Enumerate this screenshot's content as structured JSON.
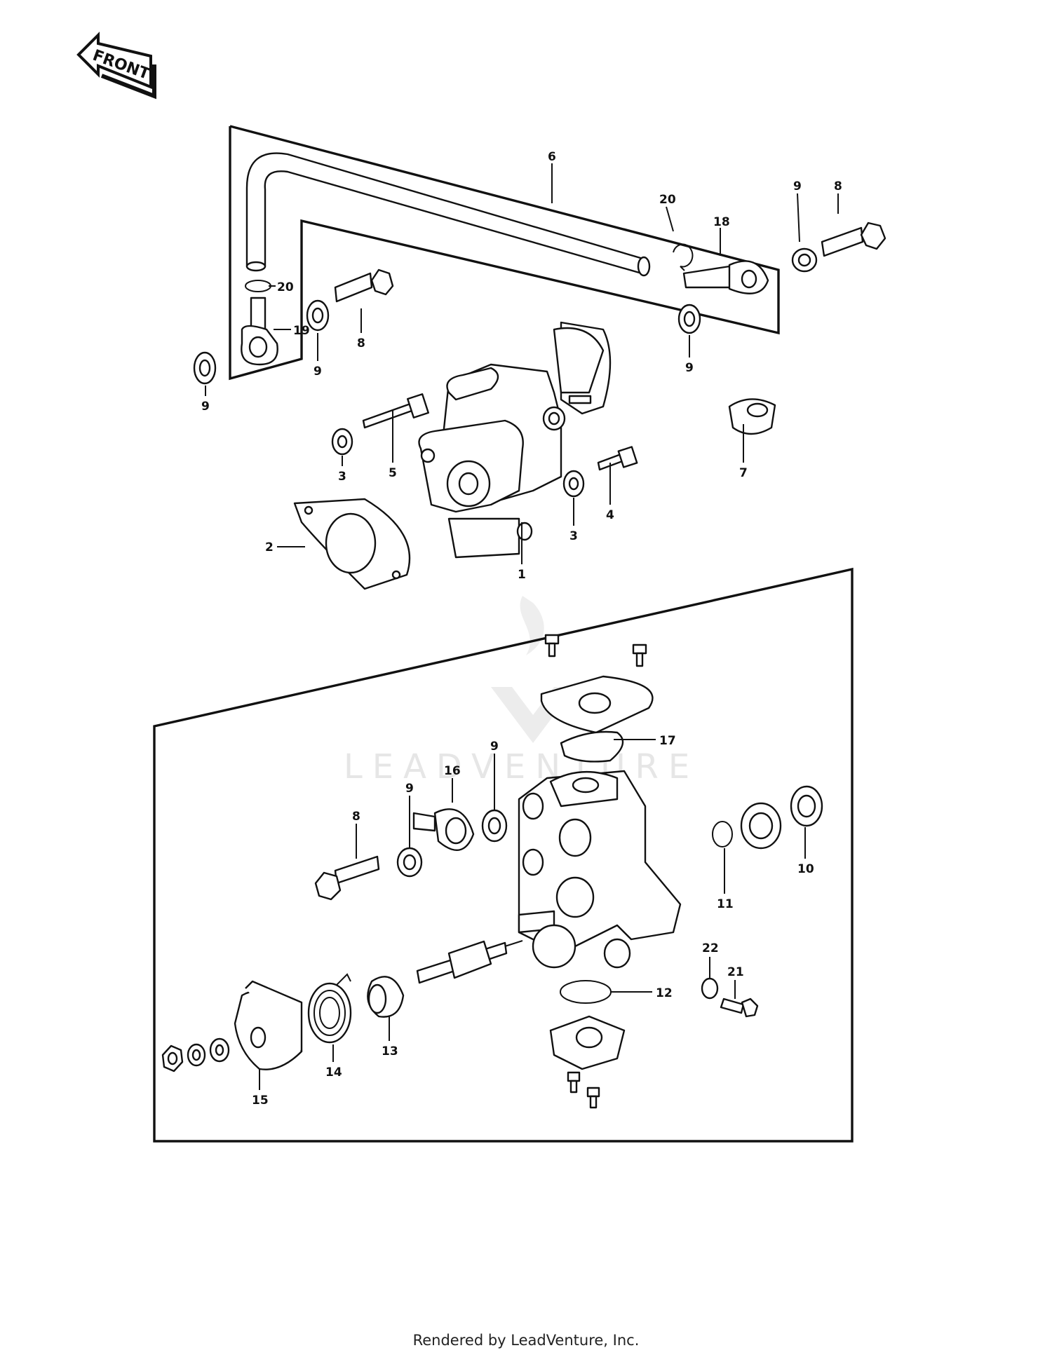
{
  "front_arrow": "FRONT",
  "watermark": "LEADVENTURE",
  "footer": "Rendered by LeadVenture, Inc.",
  "labels": {
    "p1": "1",
    "p2": "2",
    "p3a": "3",
    "p3b": "3",
    "p4": "4",
    "p5": "5",
    "p6": "6",
    "p7": "7",
    "p8a": "8",
    "p8b": "8",
    "p8c": "8",
    "p9a": "9",
    "p9b": "9",
    "p9c": "9",
    "p9d": "9",
    "p9e": "9",
    "p9f": "9",
    "p10": "10",
    "p11": "11",
    "p12": "12",
    "p13": "13",
    "p14": "14",
    "p15": "15",
    "p16": "16",
    "p17": "17",
    "p18a": "18",
    "p19": "19",
    "p20a": "20",
    "p20b": "20",
    "p21": "21",
    "p22": "22"
  }
}
